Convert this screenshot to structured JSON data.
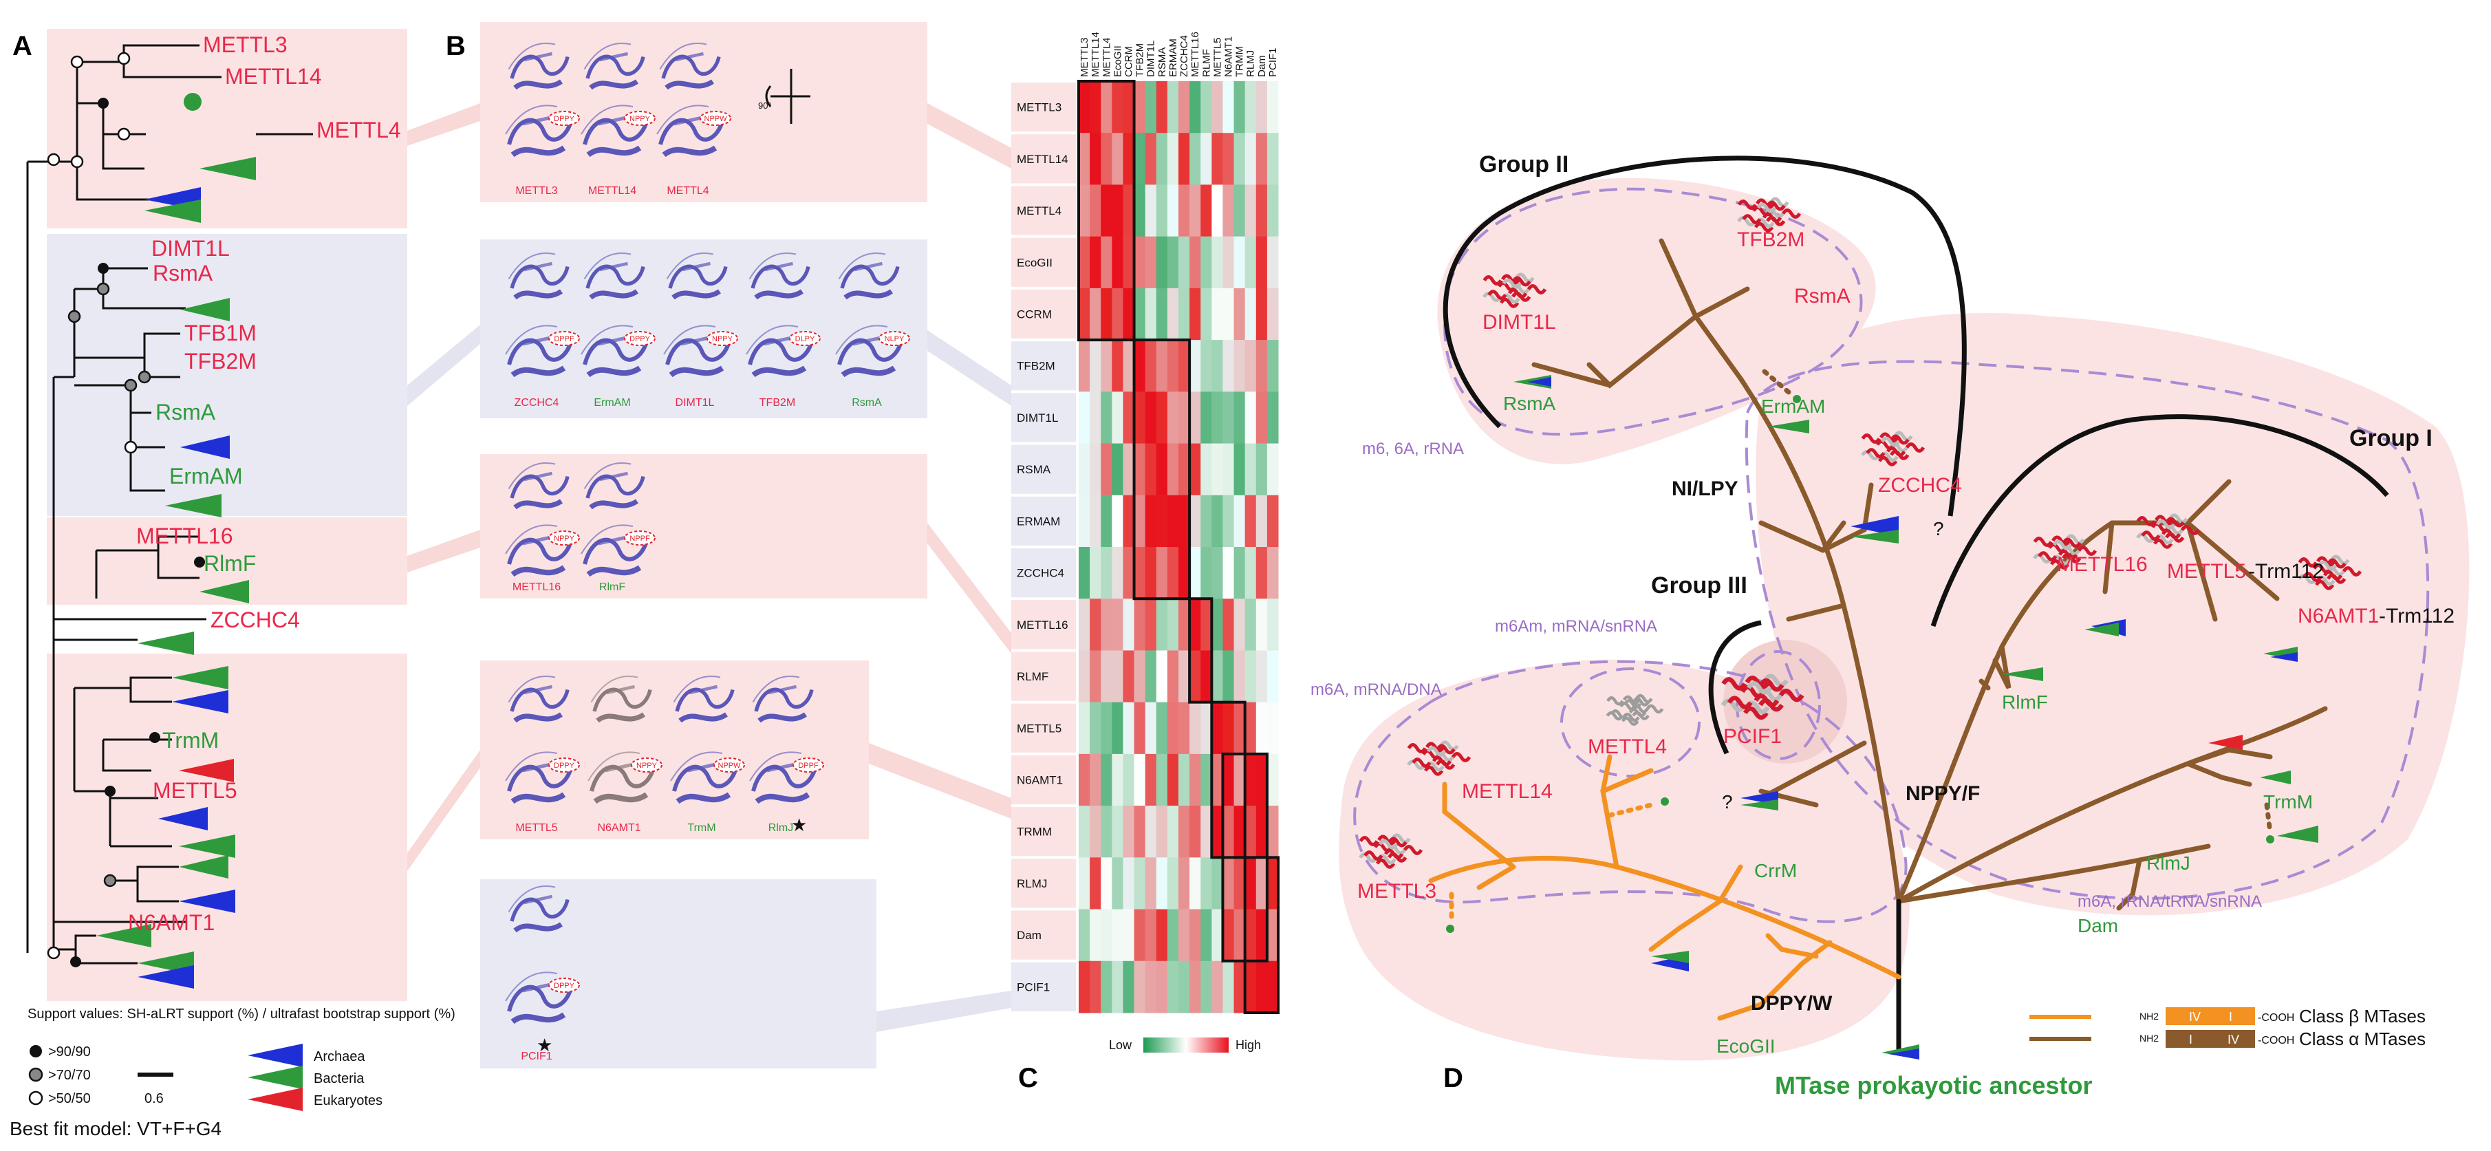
{
  "panels": {
    "a": "A",
    "b": "B",
    "c": "C",
    "d": "D"
  },
  "tree": {
    "taxa": [
      {
        "label": "METTL3",
        "color": "red"
      },
      {
        "label": "METTL14",
        "color": "red"
      },
      {
        "label": "METTL4",
        "color": "red"
      },
      {
        "label": "DIMT1L",
        "color": "red"
      },
      {
        "label": "RsmA",
        "color": "red"
      },
      {
        "label": "TFB1M",
        "color": "red"
      },
      {
        "label": "TFB2M",
        "color": "red"
      },
      {
        "label": "RsmA",
        "color": "green"
      },
      {
        "label": "ErmAM",
        "color": "green"
      },
      {
        "label": "METTL16",
        "color": "red"
      },
      {
        "label": "RlmF",
        "color": "green"
      },
      {
        "label": "ZCCHC4",
        "color": "red"
      },
      {
        "label": "TrmM",
        "color": "green"
      },
      {
        "label": "METTL5",
        "color": "red"
      },
      {
        "label": "N6AMT1",
        "color": "red"
      }
    ],
    "support_title": "Support values: SH-aLRT support (%) / ultrafast bootstrap support (%)",
    "support_legend": [
      ">90/90",
      ">70/70",
      ">50/50"
    ],
    "scale": "0.6",
    "domains": [
      "Archaea",
      "Bacteria",
      "Eukaryotes"
    ],
    "domain_colors": [
      "#1f2fd6",
      "#2f9a3c",
      "#e3232c"
    ],
    "model": "Best fit model: VT+F+G4"
  },
  "structures": {
    "group1": {
      "labels": [
        "METTL3",
        "METTL14",
        "METTL4"
      ],
      "colors": [
        "red",
        "red",
        "red"
      ]
    },
    "group2": {
      "labels": [
        "ZCCHC4",
        "ErmAM",
        "DIMT1L",
        "TFB2M",
        "RsmA"
      ],
      "colors": [
        "red",
        "green",
        "red",
        "red",
        "green"
      ]
    },
    "group3": {
      "labels": [
        "METTL16",
        "RlmF"
      ],
      "colors": [
        "red",
        "green"
      ]
    },
    "group4": {
      "labels": [
        "METTL5",
        "N6AMT1",
        "TrmM",
        "RlmJ"
      ],
      "colors": [
        "red",
        "red",
        "green",
        "green"
      ]
    },
    "group5": {
      "labels": [
        "PCIF1"
      ],
      "colors": [
        "red"
      ]
    },
    "motif_tags": [
      "DPPY",
      "NPPY",
      "NPPW",
      "DPPF",
      "DPPY",
      "NPPY",
      "DLPY",
      "NLPY",
      "NPPY",
      "NPPF"
    ],
    "rotation": "90°"
  },
  "heatmap": {
    "columns": [
      "METTL3",
      "METTL14",
      "METTL4",
      "EcoGII",
      "CCRM",
      "TFB2M",
      "DIMT1L",
      "RSMA",
      "ERMAM",
      "ZCCHC4",
      "METTL16",
      "RLMF",
      "METTL5",
      "N6AMT1",
      "TRMM",
      "RLMJ",
      "Dam",
      "PCIF1"
    ],
    "rows": [
      "METTL3",
      "METTL14",
      "METTL4",
      "EcoGII",
      "CCRM",
      "TFB2M",
      "DIMT1L",
      "RSMA",
      "ERMAM",
      "ZCCHC4",
      "METTL16",
      "RLMF",
      "METTL5",
      "N6AMT1",
      "TRMM",
      "RLMJ",
      "Dam",
      "PCIF1"
    ],
    "legend_low": "Low",
    "legend_high": "High"
  },
  "network": {
    "groups": [
      "Group II",
      "Group I",
      "Group III"
    ],
    "motifs": [
      "NI/LPY",
      "NPPY/F",
      "DPPY/W"
    ],
    "nodes": {
      "tfb2m": "TFB2M",
      "rsma_red": "RsmA",
      "dimt1l": "DIMT1L",
      "rsma_green": "RsmA",
      "ermam": "ErmAM",
      "zcchc4": "ZCCHC4",
      "mettl16": "METTL16",
      "mettl5": "METTL5",
      "trm112a": "-Trm112",
      "n6amt1": "N6AMT1",
      "trm112b": "-Trm112",
      "rlmf": "RlmF",
      "trmm": "TrmM",
      "rlmj": "RlmJ",
      "dam": "Dam",
      "pcif1": "PCIF1",
      "mettl4": "METTL4",
      "mettl14": "METTL14",
      "mettl3": "METTL3",
      "crrm": "CrrM",
      "ecogii": "EcoGII",
      "ancestor": "MTase prokayotic ancestor",
      "q1": "?",
      "q2": "?"
    },
    "annotations": {
      "m66a": "m6, 6A, rRNA",
      "m6am": "m6Am, mRNA/snRNA",
      "m6a_dna": "m6A, mRNA/DNA",
      "m6a_rna": "m6A, rRNA/tRNA/snRNA"
    },
    "legend": {
      "beta": "Class β MTases",
      "alpha": "Class α MTases",
      "nh2": "NH2",
      "cooh": "-COOH",
      "iv": "IV",
      "i": "I"
    },
    "colors": {
      "class_beta": "#f39221",
      "class_alpha": "#8a5a2c",
      "group_fill": "#fbe3e3",
      "dash": "#a98bd4"
    }
  }
}
